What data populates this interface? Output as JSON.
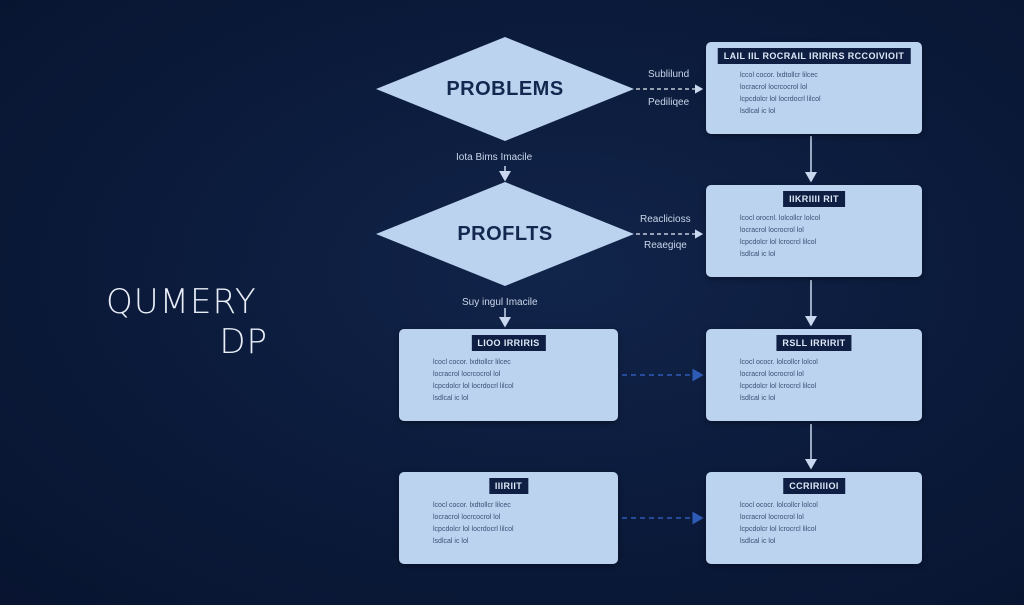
{
  "title": {
    "line1": "QUMERY",
    "line2": "DP"
  },
  "decisions": [
    {
      "label": "PROBLEMS"
    },
    {
      "label": "PROFLTS"
    }
  ],
  "connector_labels": {
    "d1_down": "Iota Bims Imacile",
    "d2_down": "Suy ingul Imacile",
    "d1_right_top": "Sublilund",
    "d1_right_bottom": "Pediliqee",
    "d2_right_top": "Reaclicioss",
    "d2_right_bottom": "Reaegiqe"
  },
  "boxes": [
    {
      "header": "LAIL IIL ROCRAIL IRIRIRS RCCOIVIOIT",
      "lines": [
        "lccol cocor. lxdtollcr lilcec",
        "locracrol locrcocrol lol",
        "lcpcdolcr lol locrdocrl lilcol",
        "lsdlcal ic lol"
      ]
    },
    {
      "header": "IIKRIIII RIT",
      "lines": [
        "lcocl orocnl. lolcollcr lolcol",
        "locracrol locrocrol lol",
        "lcpcdolcr lol lcrocrcl lilcol",
        "lsdlcal ic lol"
      ]
    },
    {
      "header": "LIOO IRRIRIS",
      "lines": [
        "lcocl cocor. lxdtollcr lilcec",
        "locracrol locrcocrol lol",
        "lcpcdolcr lol locrdocrl lilcol",
        "lsdlcal ic lol"
      ]
    },
    {
      "header": "RSLL IRRIRIT",
      "lines": [
        "lcocl ococr. lolcollcr lolcol",
        "locracrol locrocrol lol",
        "lcpcdolcr lol lcrocrcl lilcol",
        "lsdlcal ic lol"
      ]
    },
    {
      "header": "IIIRIIT",
      "lines": [
        "lcocl cocor. lxdtollcr lilcec",
        "locracrol locrcocrol lol",
        "lcpcdolcr lol locrdocrl lilcol",
        "lsdlcal ic lol"
      ]
    },
    {
      "header": "CCRIRIIIOI",
      "lines": [
        "lcocl ococr. lolcollcr lolcol",
        "locracrol locrocrol lol",
        "lcpcdolcr lol lcrocrcl lilcol",
        "lsdlcal ic lol"
      ]
    }
  ],
  "colors": {
    "background": "#0b1a3a",
    "node_fill": "#bcd3ef",
    "header_fill": "#0f1f44",
    "arrow": "#c9d8ee",
    "dashed_arrow": "#2f5bb8"
  }
}
